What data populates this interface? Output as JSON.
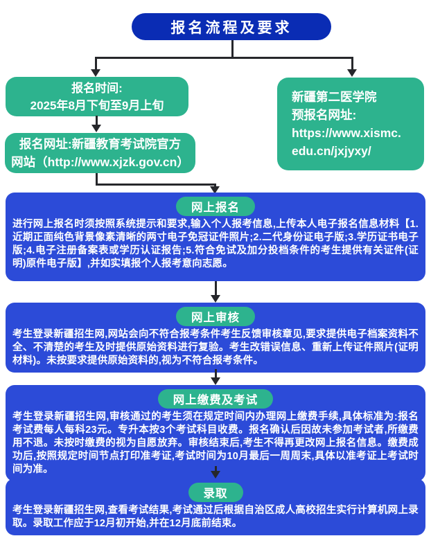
{
  "title": "报名流程及要求",
  "colors": {
    "title_blue": "#0a2cb4",
    "step_blue": "#2c4bd8",
    "green": "#2db38e",
    "connector": "#26272b",
    "text": "#ffffff"
  },
  "boxes": {
    "time": {
      "lines": [
        "报名时间:",
        "2025年8月下旬至9月上旬"
      ]
    },
    "site": {
      "lines": [
        "报名网址:新疆教育考试院官方",
        "网站（http://www.xjzk.gov.cn）"
      ]
    },
    "prereg": {
      "lines": [
        "新疆第二医学院",
        "预报名网址:",
        "https://www.xismc.",
        "edu.cn/jxjyxy/"
      ]
    }
  },
  "steps": [
    {
      "label": "网上报名",
      "body": "进行网上报名时须按照系统提示和要求,输入个人报考信息,上传本人电子报名信息材料【1.近期正面纯色背景像素清晰的两寸电子免冠证件照片;2.二代身份证电子版;3.学历证书电子版;4.电子注册备案表或学历认证报告;5.符合免试及加分投档条件的考生提供有关证件(证明)原件电子版】,并如实填报个人报考意向志愿。"
    },
    {
      "label": "网上审核",
      "body": "考生登录新疆招生网,网站会向不符合报考条件考生反馈审核章见,要求提供电子档案资料不全、不清楚的考生及时提供原始资料进行复验。考生改错误信息、重新上传证件照片(证明材料)。未按要求提供原始资料的,视为不符合报考条件。"
    },
    {
      "label": "网上缴费及考试",
      "body": "考生登录新疆招生网,审核通过的考生须在规定时间内办理网上缴费手续,具体标准为:报名考试费每人每科23元。专升本按3个考试科目收费。报名确认后因故未参加考试者,所缴费用不退。未按时缴费的视为自愿放弃。审核结束后,考生不得再更改网上报名信息。缴费成功后,按照规定时间节点打印准考证,考试时间为10月最后一周周末,具体以准考证上考试时间为准。"
    },
    {
      "label": "录取",
      "body": "考生登录新疆招生网,查看考试结果,考试通过后根据自治区成人高校招生实行计算机网上录取。录取工作应于12月初开始,并在12月底前结束。"
    }
  ]
}
